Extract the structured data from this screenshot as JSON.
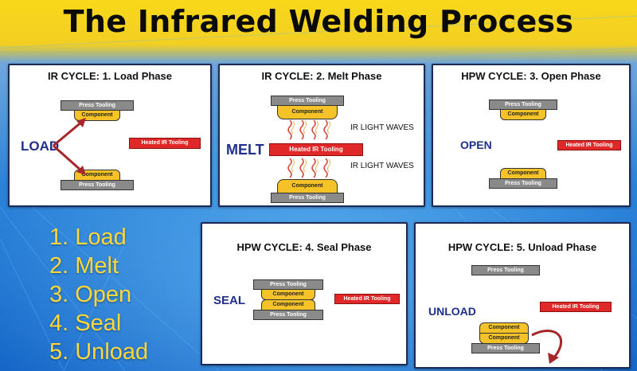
{
  "title": "The Infrared Welding Process",
  "colors": {
    "tooling": "#8a8a8a",
    "component": "#f5c227",
    "heater": "#e02828",
    "verb": "#1f2f8a",
    "steps": "#ffd83a",
    "background_top": "#f6d31c",
    "background_bottom": "#1d6fd0"
  },
  "labels": {
    "press": "Press Tooling",
    "component": "Component",
    "heater": "Heated IR Tooling",
    "waves": "IR LIGHT WAVES"
  },
  "panels": {
    "p1": {
      "title": "IR CYCLE:  1. Load Phase",
      "verb": "LOAD"
    },
    "p2": {
      "title": "IR CYCLE:  2. Melt Phase",
      "verb": "MELT"
    },
    "p3": {
      "title": "HPW CYCLE:  3. Open Phase",
      "verb": "OPEN"
    },
    "p4": {
      "title": "HPW CYCLE:  4. Seal Phase",
      "verb": "SEAL"
    },
    "p5": {
      "title": "HPW CYCLE:  5. Unload Phase",
      "verb": "UNLOAD"
    }
  },
  "steps": [
    "1. Load",
    "2. Melt",
    "3. Open",
    "4. Seal",
    "5. Unload"
  ]
}
